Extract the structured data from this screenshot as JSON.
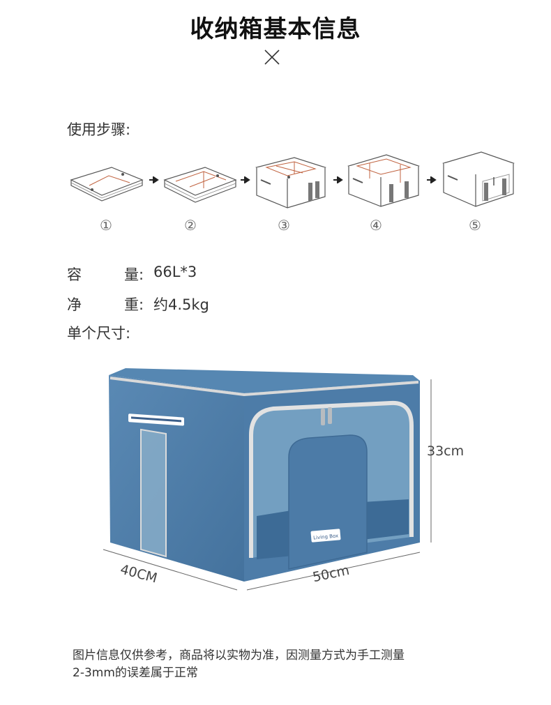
{
  "title": "收纳箱基本信息",
  "steps_label": "使用步骤:",
  "steps": [
    {
      "number": "①",
      "icon": "folded-box-icon"
    },
    {
      "number": "②",
      "icon": "unfolding-box-icon"
    },
    {
      "number": "③",
      "icon": "half-open-box-icon"
    },
    {
      "number": "④",
      "icon": "open-box-icon"
    },
    {
      "number": "⑤",
      "icon": "closed-box-icon"
    }
  ],
  "specs": [
    {
      "key_first": "容",
      "key_last": "量:",
      "value": "66L*3"
    },
    {
      "key_first": "净",
      "key_last": "重:",
      "value": "约4.5kg"
    }
  ],
  "size_label": "单个尺寸:",
  "dimensions": {
    "height": "33cm",
    "depth": "40CM",
    "width": "50cm"
  },
  "box_tag": "Living Box",
  "note": [
    "图片信息仅供参考，商品将以实物为准，因测量方式为手工测量",
    "2-3mm的误差属于正常"
  ],
  "colors": {
    "denim": "#4f7fab",
    "denim_dark": "#3e6a94",
    "zipper": "#d9d9d9",
    "accent": "#e8482f"
  }
}
